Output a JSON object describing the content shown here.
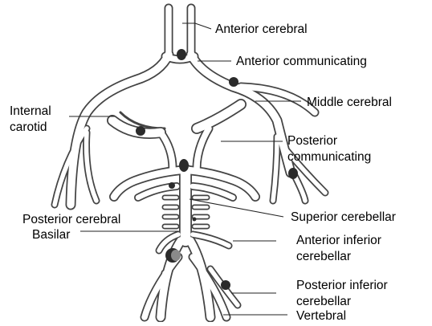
{
  "figure": {
    "labels": {
      "anterior_cerebral": "Anterior cerebral",
      "anterior_communicating": "Anterior communicating",
      "middle_cerebral": "Middle cerebral",
      "internal_carotid_line1": "Internal",
      "internal_carotid_line2": "carotid",
      "posterior_communicating_line1": "Posterior",
      "posterior_communicating_line2": "communicating",
      "posterior_cerebral": "Posterior cerebral",
      "superior_cerebellar": "Superior cerebellar",
      "basilar": "Basilar",
      "anterior_inferior_cerebellar_line1": "Anterior inferior",
      "anterior_inferior_cerebellar_line2": "cerebellar",
      "posterior_inferior_cerebellar_line1": "Posterior inferior",
      "posterior_inferior_cerebellar_line2": "cerebellar",
      "vertebral": "Vertebral"
    },
    "colors": {
      "vessel_outline": "#444444",
      "aneurysm": "#2b2b2b",
      "aneurysm_shaded": "#8a8a8a"
    }
  }
}
